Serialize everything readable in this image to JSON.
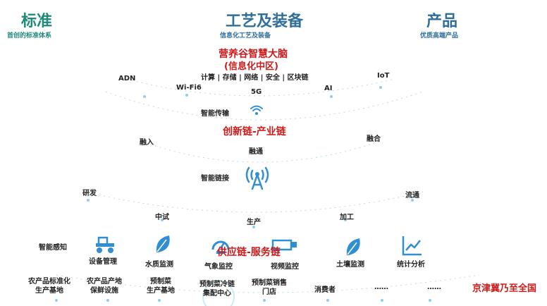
{
  "header": {
    "standard": {
      "title": "标准",
      "subtitle": "首创的标准体系",
      "color": "#1f8a7a"
    },
    "process": {
      "title": "工艺及装备",
      "subtitle": "信息化工艺及装备",
      "color": "#2f6f9a"
    },
    "product": {
      "title": "产品",
      "subtitle": "优质高端产品",
      "color": "#2f6f9a"
    }
  },
  "brain": {
    "title": "营养谷智慧大脑",
    "subtitle": "(信息化中区)",
    "functions": "计算 | 存储 | 网络 | 安全 | 区块链"
  },
  "tech": {
    "adn": "ADN",
    "wifi": "Wi-Fi6",
    "fiveg": "5G",
    "ai": "AI",
    "iot": "IoT"
  },
  "transmission": "智能传输",
  "chain": {
    "title": "创新链-产业链",
    "integration": "融合",
    "intro": "融入",
    "connect": "融通"
  },
  "smart_link": "智能链接",
  "stages": {
    "rd": "研发",
    "circulation": "流通",
    "midtest": "中试",
    "production": "生产",
    "processing": "加工"
  },
  "sensing": "智能感知",
  "devices": [
    {
      "label": "设备管理",
      "icon": "tractor-icon"
    },
    {
      "label": "水质监测",
      "icon": "leaf-icon"
    },
    {
      "label": "气象监控",
      "icon": "gauge-icon"
    },
    {
      "label": "视频监控",
      "icon": "camera-icon"
    },
    {
      "label": "土壤监测",
      "icon": "leaf-icon"
    },
    {
      "label": "统计分析",
      "icon": "chart-icon"
    }
  ],
  "supply_chain": "供应链-服务链",
  "bottom": {
    "items": [
      "农产品标准化\n生产基地",
      "农产品产地\n保鲜设施",
      "预制菜\n生产基地",
      "预制菜冷链\n集配中心",
      "预制菜销售\n门店",
      "消费者",
      "……",
      "……"
    ],
    "highlight": "京津冀乃至全国"
  },
  "colors": {
    "accent_red": "#cc1a1a",
    "teal": "#1f8a7a",
    "blue": "#2f6f9a",
    "line": "#7fc4e8"
  }
}
